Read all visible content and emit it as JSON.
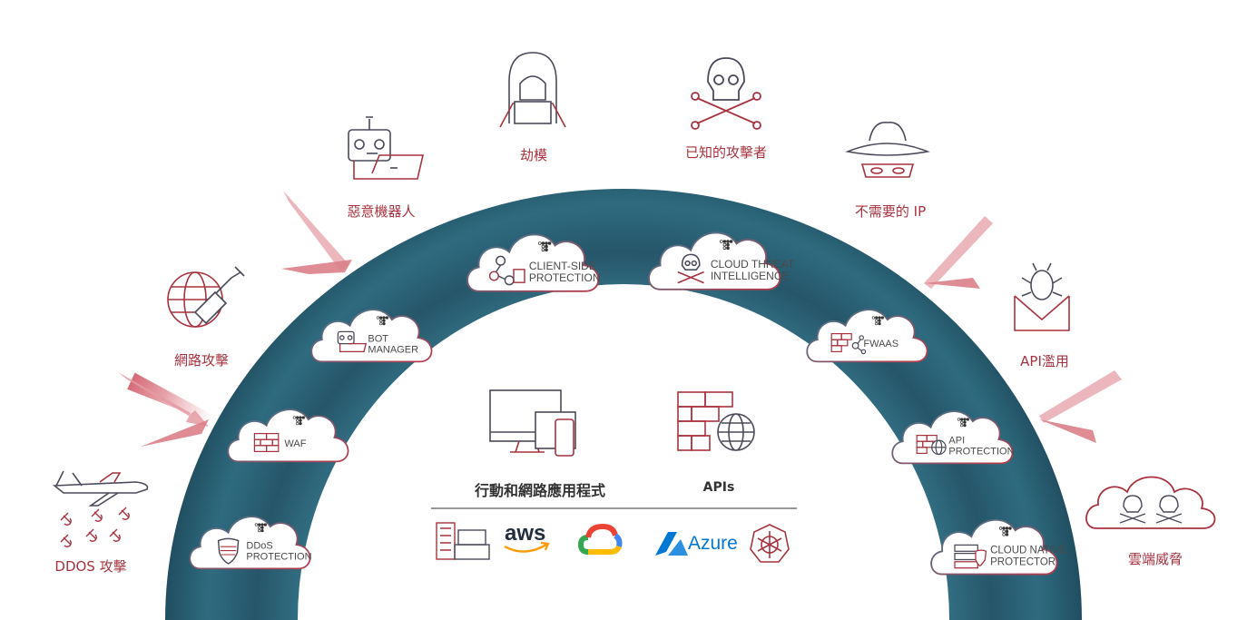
{
  "threats": {
    "ddos": "DDOS 攻擊",
    "web_attack": "網路攻擊",
    "malicious_bots": "惡意機器人",
    "account_takeover": "劫模",
    "known_attackers": "已知的攻擊者",
    "unwanted_ip": "不需要的 IP",
    "api_abuse": "API濫用",
    "cloud_threats": "雲端威脅"
  },
  "protections": {
    "ddos": [
      "DDoS",
      "PROTECTION"
    ],
    "waf": [
      "WAF"
    ],
    "bot_manager": [
      "BOT",
      "MANAGER"
    ],
    "client_side": [
      "CLIENT-SIDE",
      "PROTECTION"
    ],
    "cloud_threat": [
      "CLOUD THREAT",
      "INTELLIGENCE"
    ],
    "fwaas": [
      "FWAAS"
    ],
    "api": [
      "API",
      "PROTECTION"
    ],
    "cloud_native": [
      "CLOUD NATIVE",
      "PROTECTOR"
    ]
  },
  "center": {
    "apps_label": "行動和網路應用程式",
    "apis_label": "APIs"
  },
  "platforms": {
    "aws": "aws",
    "azure": "Azure"
  },
  "colors": {
    "arch": "#2a6176",
    "accent_red": "#b83a4b",
    "icon_dark": "#4a4a5a"
  }
}
